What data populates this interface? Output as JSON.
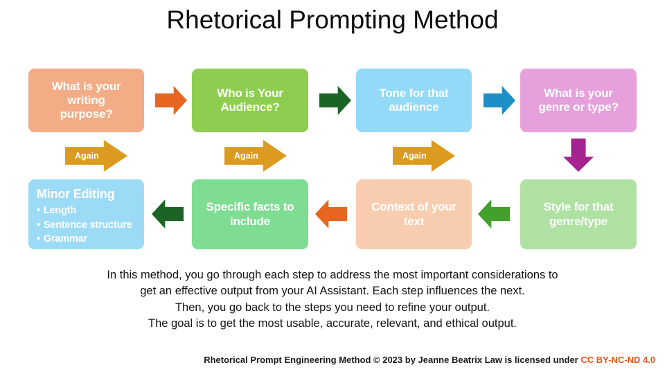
{
  "title": "Rhetorical Prompting Method",
  "colors": {
    "box_salmon": "#F3AC86",
    "box_green": "#8DCE51",
    "box_lightblue": "#93DAF8",
    "box_pink": "#E6A1DD",
    "box_lightgreen": "#AEE1A2",
    "box_peach": "#F8CDAF",
    "box_midgreen": "#7FDC93",
    "box_skyblue": "#9BDBF5",
    "arrow_orange": "#E8651F",
    "arrow_darkgreen": "#1B6426",
    "arrow_blue": "#1E8FC6",
    "arrow_magenta": "#A42391",
    "arrow_green": "#43A02C",
    "again_gold": "#DB9B20",
    "license_orange": "#E8531A",
    "text_white": "#FFFFFF",
    "text_black": "#121212"
  },
  "steps": [
    {
      "id": "writing-purpose",
      "lines": [
        "What is your",
        "writing",
        "purpose?"
      ],
      "color_key": "box_salmon"
    },
    {
      "id": "audience",
      "lines": [
        "Who is Your",
        "Audience?"
      ],
      "color_key": "box_green"
    },
    {
      "id": "tone",
      "lines": [
        "Tone for that",
        "audience"
      ],
      "color_key": "box_lightblue"
    },
    {
      "id": "genre",
      "lines": [
        "What is your",
        "genre or type?"
      ],
      "color_key": "box_pink"
    },
    {
      "id": "style",
      "lines": [
        "Style for that",
        "genre/type"
      ],
      "color_key": "box_lightgreen"
    },
    {
      "id": "context",
      "lines": [
        "Context of your",
        "text"
      ],
      "color_key": "box_peach"
    },
    {
      "id": "specific-facts",
      "lines": [
        "Specific facts to",
        "include"
      ],
      "color_key": "box_midgreen"
    },
    {
      "id": "minor-editing",
      "heading": "Minor Editing",
      "bullets": [
        "Length",
        "Sentence structure",
        "Grammar"
      ],
      "color_key": "box_skyblue"
    }
  ],
  "connectors": [
    {
      "id": "purpose-to-audience",
      "direction": "right",
      "color_key": "arrow_orange"
    },
    {
      "id": "audience-to-tone",
      "direction": "right",
      "color_key": "arrow_darkgreen"
    },
    {
      "id": "tone-to-genre",
      "direction": "right",
      "color_key": "arrow_blue"
    },
    {
      "id": "genre-to-style",
      "direction": "down",
      "color_key": "arrow_magenta"
    },
    {
      "id": "style-to-context",
      "direction": "left",
      "color_key": "arrow_green"
    },
    {
      "id": "context-to-facts",
      "direction": "left",
      "color_key": "arrow_orange"
    },
    {
      "id": "facts-to-editing",
      "direction": "left",
      "color_key": "arrow_darkgreen"
    }
  ],
  "again_arrows": [
    {
      "id": "again-1",
      "label": "Again"
    },
    {
      "id": "again-2",
      "label": "Again"
    },
    {
      "id": "again-3",
      "label": "Again"
    }
  ],
  "description": {
    "lines": [
      "In this method, you go through each step to address the most important considerations to",
      "get an effective output from your AI Assistant. Each step influences the next.",
      "Then, you go back to the steps you need to refine your output.",
      "The goal is to get the most usable, accurate, relevant, and ethical output."
    ]
  },
  "footer": {
    "text": "Rhetorical Prompt Engineering Method © 2023 by Jeanne Beatrix Law is licensed under",
    "license": "CC BY-NC-ND 4.0"
  }
}
